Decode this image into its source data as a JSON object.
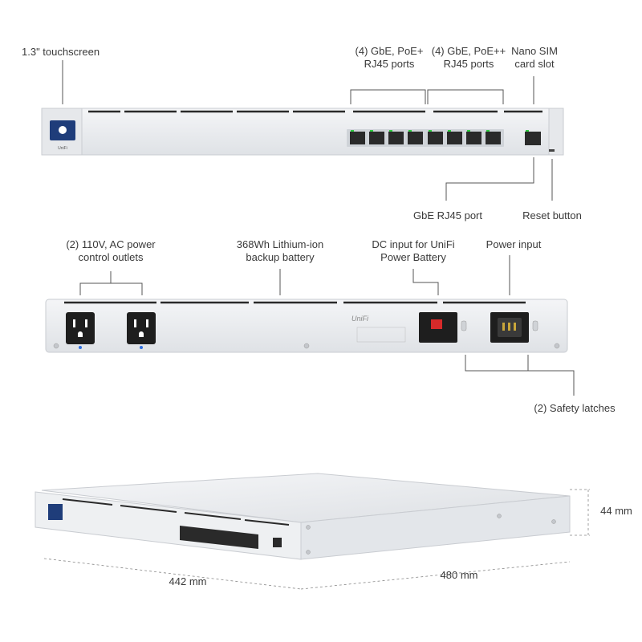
{
  "front_view": {
    "touchscreen": "1.3\" touchscreen",
    "gbe_poe_plus": [
      "(4) GbE, PoE+",
      "RJ45 ports"
    ],
    "gbe_poe_plus_plus": [
      "(4) GbE, PoE++",
      "RJ45 ports"
    ],
    "nano_sim": [
      "Nano SIM",
      "card slot"
    ],
    "gbe_rj45": "GbE RJ45 port",
    "reset_button": "Reset button",
    "brand_mark": "UniFi"
  },
  "rear_view": {
    "power_outlets": [
      "(2) 110V, AC power",
      "control outlets"
    ],
    "battery": [
      "368Wh Lithium-ion",
      "backup battery"
    ],
    "dc_input": [
      "DC input for UniFi",
      "Power Battery"
    ],
    "power_input": "Power input",
    "safety_latches": "(2) Safety latches",
    "rear_brand": "UniFi"
  },
  "dimensions": {
    "height": "44 mm",
    "width": "442 mm",
    "depth": "480 mm"
  },
  "colors": {
    "chassis": "#e9ebee",
    "chassis_edge": "#c9ccd1",
    "port_green": "#2ecc40",
    "screen_blue": "#2f5fb3",
    "leader_line": "#555555"
  }
}
